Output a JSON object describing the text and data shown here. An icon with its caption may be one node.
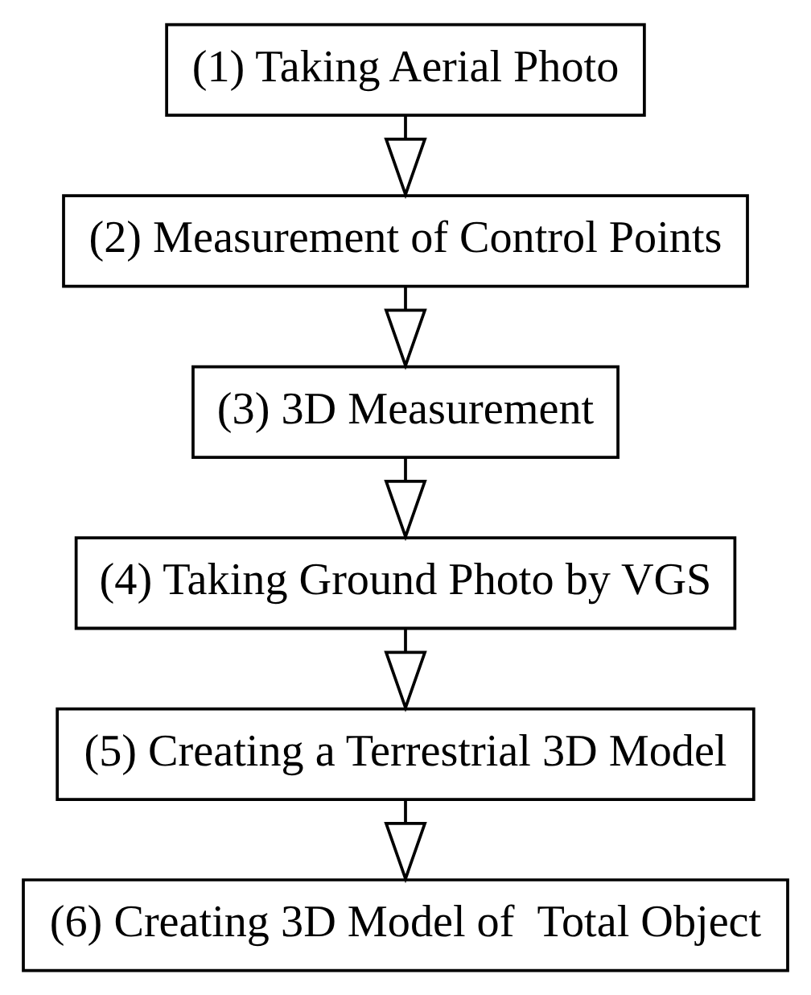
{
  "diagram": {
    "nodes": [
      {
        "text": [
          "(1) Taking Aerial Photo"
        ]
      },
      {
        "text": [
          "(2) Measurement of Control Points"
        ]
      },
      {
        "text": [
          "(3) 3D Measurement"
        ]
      },
      {
        "text": [
          "(4) Taking Ground Photo by VGS"
        ]
      },
      {
        "text": [
          "(5) Creating a Terrestrial 3D Model"
        ]
      },
      {
        "text": [
          "(6) Creating 3D Model of  Total Object"
        ]
      }
    ],
    "edges": [
      {
        "from": 0,
        "to": 1,
        "arrow": "to"
      },
      {
        "from": 1,
        "to": 2,
        "arrow": "to"
      },
      {
        "from": 2,
        "to": 3,
        "arrow": "to"
      },
      {
        "from": 3,
        "to": 4,
        "arrow": "to"
      },
      {
        "from": 4,
        "to": 5,
        "arrow": "to"
      }
    ]
  }
}
